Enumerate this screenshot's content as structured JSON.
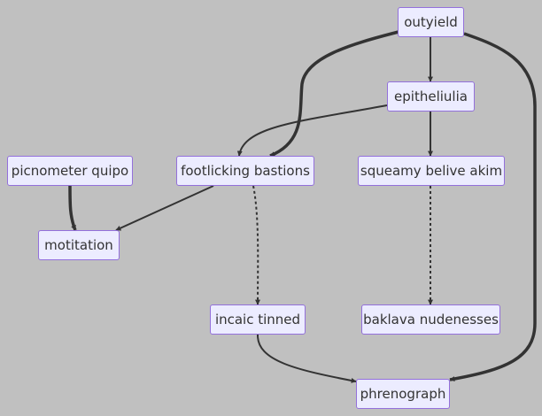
{
  "diagram": {
    "type": "flowchart",
    "nodes": [
      {
        "id": "outyield",
        "label": "outyield"
      },
      {
        "id": "epitheliulia",
        "label": "epitheliulia"
      },
      {
        "id": "picnometer_quipo",
        "label": "picnometer quipo"
      },
      {
        "id": "footlicking_bastions",
        "label": "footlicking bastions"
      },
      {
        "id": "squeamy_belive_akim",
        "label": "squeamy belive akim"
      },
      {
        "id": "motitation",
        "label": "motitation"
      },
      {
        "id": "incaic_tinned",
        "label": "incaic tinned"
      },
      {
        "id": "baklava_nudenesses",
        "label": "baklava nudenesses"
      },
      {
        "id": "phrenograph",
        "label": "phrenograph"
      }
    ],
    "edges": [
      {
        "from": "outyield",
        "to": "footlicking_bastions",
        "style": "thick"
      },
      {
        "from": "outyield",
        "to": "epitheliulia",
        "style": "normal"
      },
      {
        "from": "outyield",
        "to": "phrenograph",
        "style": "thick"
      },
      {
        "from": "epitheliulia",
        "to": "footlicking_bastions",
        "style": "normal"
      },
      {
        "from": "epitheliulia",
        "to": "squeamy_belive_akim",
        "style": "normal"
      },
      {
        "from": "picnometer_quipo",
        "to": "motitation",
        "style": "thick"
      },
      {
        "from": "footlicking_bastions",
        "to": "motitation",
        "style": "normal"
      },
      {
        "from": "footlicking_bastions",
        "to": "incaic_tinned",
        "style": "dotted"
      },
      {
        "from": "squeamy_belive_akim",
        "to": "baklava_nudenesses",
        "style": "dotted"
      },
      {
        "from": "incaic_tinned",
        "to": "phrenograph",
        "style": "normal"
      }
    ]
  },
  "colors": {
    "background": "#c0c0c0",
    "node_fill": "#ececff",
    "node_border": "#9370db",
    "edge": "#333333",
    "text": "#333333"
  }
}
